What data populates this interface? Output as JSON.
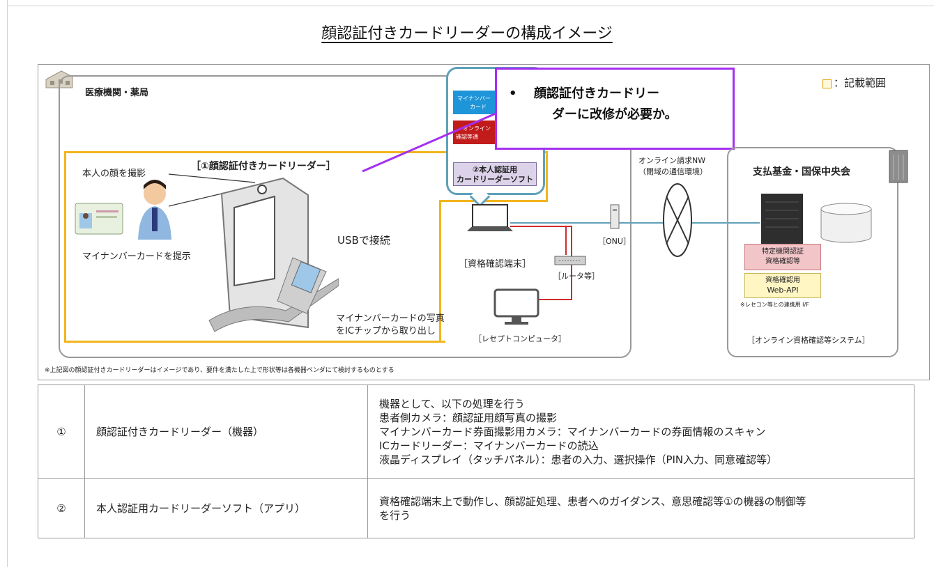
{
  "title": "顔認証付きカードリーダーの構成イメージ",
  "legend": {
    "label": "：記載範囲"
  },
  "facility": {
    "label": "医療機関・薬局"
  },
  "reader": {
    "label": "［①顔認証付きカードリーダー］",
    "face_capture": "本人の顔を撮影",
    "card_present": "マイナンバーカードを提示",
    "usb": "USBで接続",
    "ic_chip_line1": "マイナンバーカードの写真",
    "ic_chip_line2": "をICチップから取り出し"
  },
  "apps": {
    "blue_line1": "マイナンバー",
    "blue_line2": "カード",
    "red_line1": "オンライン",
    "red_line2": "確認等通",
    "soft_line1": "②本人認証用",
    "soft_line2": "カードリーダーソフト"
  },
  "callout": {
    "bullet": "•",
    "line1": "顔認証付きカードリー",
    "line2": "ダーに改修が必要か。"
  },
  "terminal": {
    "label": "［資格確認端末］"
  },
  "router": {
    "label": "［ルータ等］"
  },
  "receipt_pc": {
    "label": "［レセプトコンピュータ］"
  },
  "onu": {
    "label": "［ONU］"
  },
  "network": {
    "line1": "オンライン請求NW",
    "line2": "（閉域の通信環境）"
  },
  "central": {
    "title": "支払基金・国保中央会",
    "auth_line1": "特定機関認証",
    "auth_line2": "資格確認等",
    "api_line1": "資格確認用",
    "api_line2": "Web-API",
    "rececon_if": "※レセコン等との連携用 I/F",
    "system": "［オンライン資格確認等システム］"
  },
  "footnote": "※上記図の顔認証付きカードリーダーはイメージであり、要件を満たした上で形状等は各機器ベンダにて検討するものとする",
  "table": {
    "rows": [
      {
        "num": "①",
        "name": "顔認証付きカードリーダー（機器）",
        "desc": [
          "機器として、以下の処理を行う",
          "患者側カメラ：顔認証用顔写真の撮影",
          "マイナンバーカード券面撮影用カメラ：マイナンバーカードの券面情報のスキャン",
          "ICカードリーダー：マイナンバーカードの読込",
          "液晶ディスプレイ（タッチパネル）：患者の入力、選択操作（PIN入力、同意確認等）"
        ]
      },
      {
        "num": "②",
        "name": "本人認証用カードリーダーソフト（アプリ）",
        "desc": [
          "資格確認端末上で動作し、顔認証処理、患者へのガイダンス、意思確認等①の機器の制御等",
          "を行う"
        ]
      }
    ]
  },
  "colors": {
    "scope_yellow": "#f2b51c",
    "callout_purple": "#a52ff0",
    "app_blue": "#1e95d8",
    "app_red": "#c11b1b",
    "app_lavender": "#dcd3ea",
    "lan_blue": "#5fa1b9",
    "wire_red": "#d22b2b",
    "auth_pink": "#f2c5c8",
    "api_yellow": "#fff6c4"
  }
}
